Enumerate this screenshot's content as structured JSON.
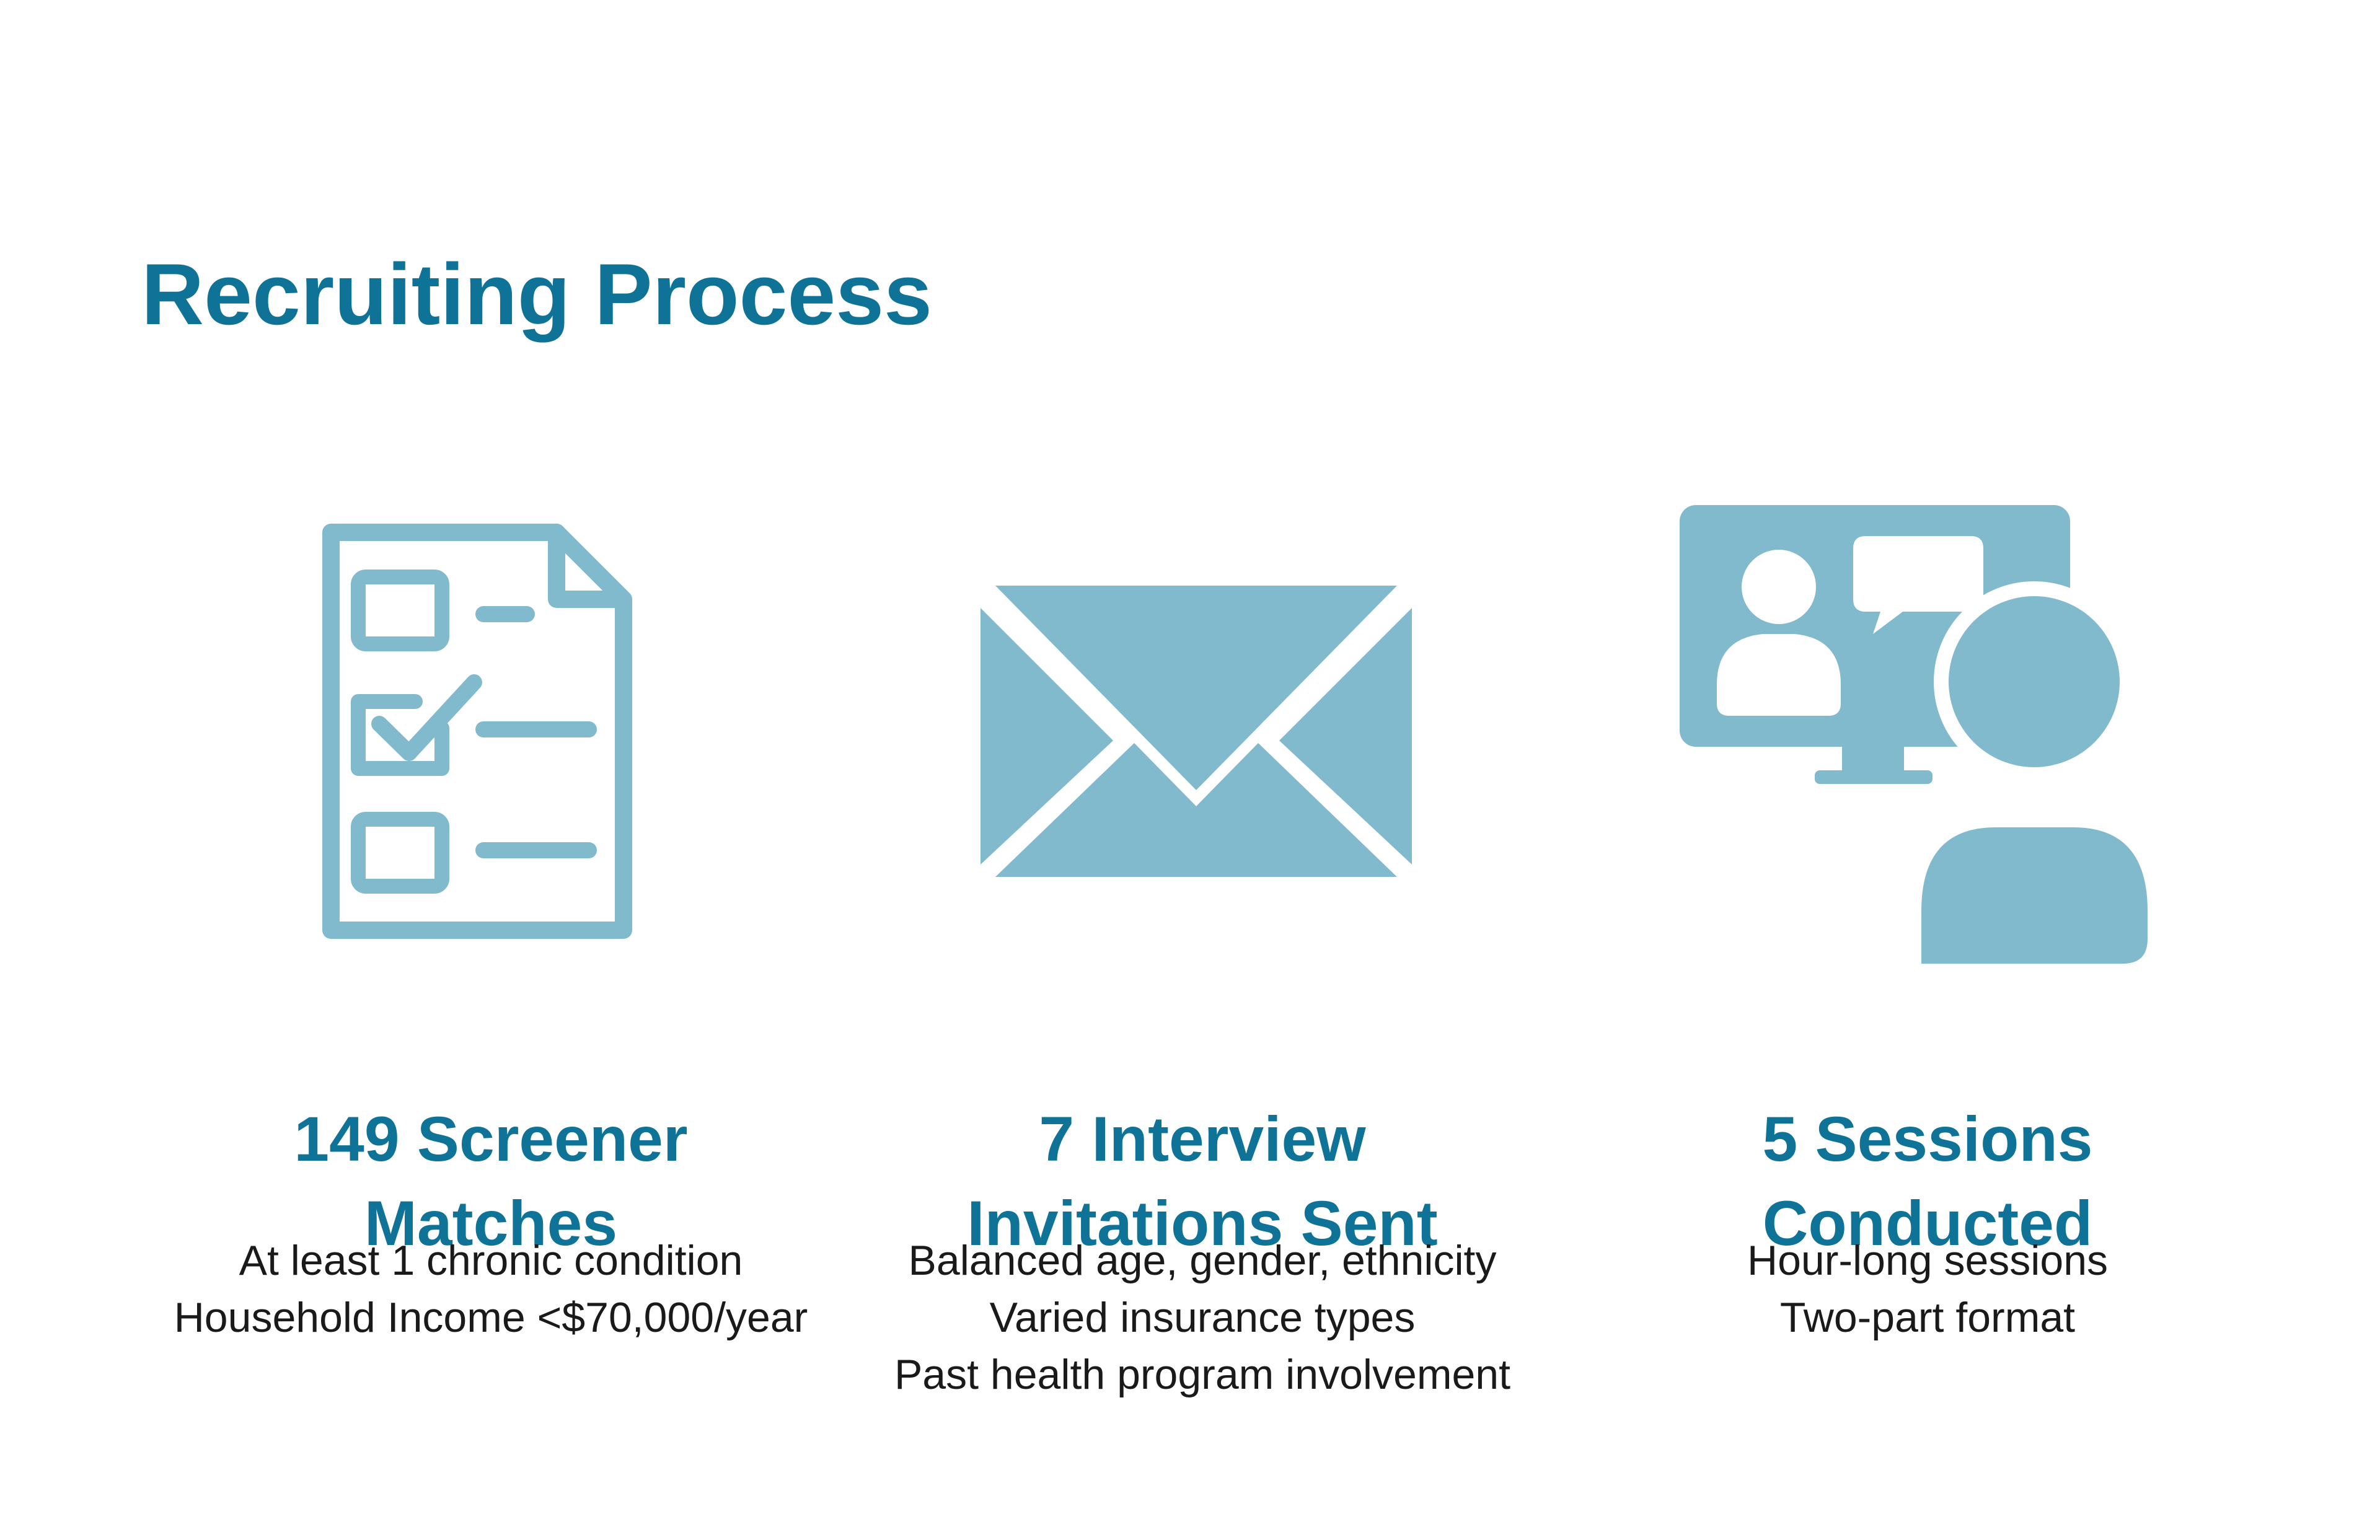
{
  "title": "Recruiting Process",
  "colors": {
    "heading": "#0e7397",
    "icon": "#82bacd",
    "body_text": "#1a1a1a",
    "background": "#ffffff"
  },
  "steps": [
    {
      "icon": "checklist-document-icon",
      "heading_lines": [
        "149 Screener",
        "Matches"
      ],
      "detail_lines": [
        "At least 1 chronic condition",
        "Household Income <$70,000/year"
      ]
    },
    {
      "icon": "envelope-icon",
      "heading_lines": [
        "7 Interview",
        "Invitations Sent"
      ],
      "detail_lines": [
        "Balanced age, gender, ethnicity",
        "Varied insurance types",
        "Past health program involvement"
      ]
    },
    {
      "icon": "video-call-icon",
      "heading_lines": [
        "5 Sessions",
        "Conducted"
      ],
      "detail_lines": [
        "Hour-long sessions",
        "Two-part format"
      ]
    }
  ]
}
